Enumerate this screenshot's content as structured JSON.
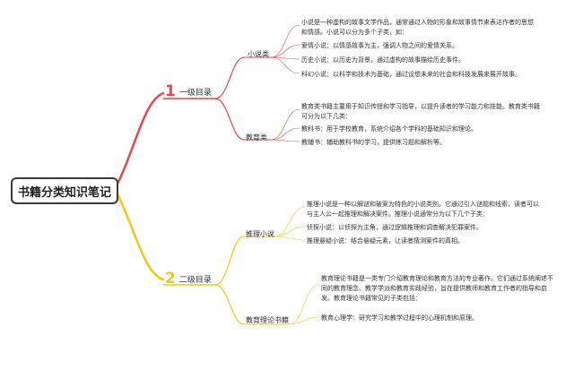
{
  "root": {
    "label": "书籍分类知识笔记"
  },
  "branches": [
    {
      "number": "1",
      "label": "一级目录",
      "color": "#e8474b",
      "children": [
        {
          "label": "小说类",
          "items": [
            "小说是一种虚构的故事文学作品，通常通过人物的形象和故事情节来表达作者的思想和情感。小说可以分为多个子类，如：",
            "爱情小说：以情感故事为主，强调人物之间的爱情关系。",
            "历史小说：以历史为背景，通过虚构的故事描绘历史事件。",
            "科幻小说：以科学和技术为基础，通过设想未来的社会和科技发展来展开故事。"
          ]
        },
        {
          "label": "教育类",
          "items": [
            "教育类书籍主要用于知识传授和学习指导，以提升读者的学习能力和技能。教育类书籍可分为以下几类：",
            "教科书：用于学校教育，系统介绍各个学科的基础知识和理论。",
            "教辅书：辅助教科书的学习，提供练习题和解析等。"
          ]
        }
      ]
    },
    {
      "number": "2",
      "label": "二级目录",
      "color": "#f5c518",
      "children": [
        {
          "label": "推理小说",
          "items": [
            "推理小说是一种以解谜和破案为特色的小说类别。它通过引入谜题和线索，读者可以与主人公一起推理和解决案件。推理小说通常分为以下几个子类：",
            "侦探小说：以侦探为主角，通过逻辑推理和调查解决犯罪案件。",
            "推理悬疑小说：结合悬疑元素，让读者猜测案件的真相。"
          ]
        },
        {
          "label": "教育理论书籍",
          "items": [
            "教育理论书籍是一类专门介绍教育理论和教育方法的专业著作。它们通过系统阐述不同的教育理念、教学学派和教育实践经验，旨在提供教师和教育工作者的指导和启发。教育理论书籍常见的子类包括：",
            "教育心理学：研究学习和教学过程中的心理机制和原理。"
          ]
        }
      ]
    }
  ]
}
